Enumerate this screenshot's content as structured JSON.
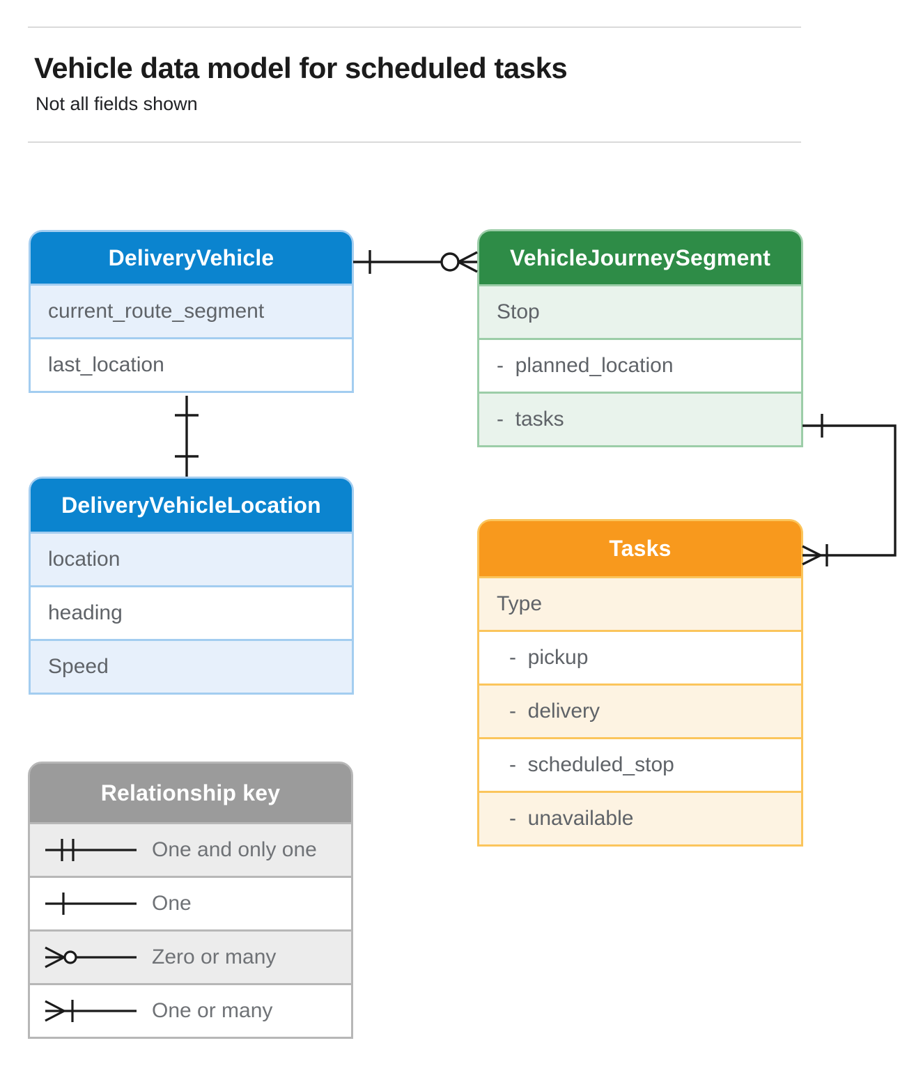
{
  "page": {
    "title": "Vehicle data model for scheduled tasks",
    "subtitle": "Not all fields shown"
  },
  "colors": {
    "blue_header": "#0b84cf",
    "blue_border": "#a3cdf0",
    "blue_tint": "#e7f0fb",
    "green_header": "#2e8c47",
    "green_border": "#9ccda8",
    "green_tint": "#e9f3ec",
    "orange_header": "#f8991d",
    "orange_border": "#fbc55c",
    "orange_tint": "#fdf3e2",
    "gray_header": "#9b9b9b",
    "gray_border": "#b7b7b7",
    "gray_tint": "#ececec",
    "field_text": "#5f6368",
    "connector": "#1b1b1b"
  },
  "entities": [
    {
      "id": "delivery-vehicle",
      "title": "DeliveryVehicle",
      "theme": "blue",
      "fields": [
        "current_route_segment",
        "last_location"
      ]
    },
    {
      "id": "vehicle-journey-segment",
      "title": "VehicleJourneySegment",
      "theme": "green",
      "fields": [
        "Stop",
        "-  planned_location",
        "-  tasks"
      ]
    },
    {
      "id": "delivery-vehicle-location",
      "title": "DeliveryVehicleLocation",
      "theme": "blue",
      "fields": [
        "location",
        "heading",
        "Speed"
      ]
    },
    {
      "id": "tasks",
      "title": "Tasks",
      "theme": "orange",
      "fields": [
        "Type",
        "-  pickup",
        "-  delivery",
        "-  scheduled_stop",
        "-  unavailable"
      ]
    }
  ],
  "relationships": [
    {
      "from": "DeliveryVehicle",
      "to": "VehicleJourneySegment",
      "from_cardinality": "one",
      "to_cardinality": "zero-or-many"
    },
    {
      "from": "DeliveryVehicle",
      "to": "DeliveryVehicleLocation",
      "from_cardinality": "one",
      "to_cardinality": "one"
    },
    {
      "from": "VehicleJourneySegment.tasks",
      "to": "Tasks",
      "from_cardinality": "one",
      "to_cardinality": "one-or-many"
    }
  ],
  "legend": {
    "title": "Relationship key",
    "items": [
      {
        "symbol": "one-and-only-one",
        "label": "One and only one"
      },
      {
        "symbol": "one",
        "label": "One"
      },
      {
        "symbol": "zero-or-many",
        "label": "Zero or many"
      },
      {
        "symbol": "one-or-many",
        "label": "One or many"
      }
    ]
  }
}
